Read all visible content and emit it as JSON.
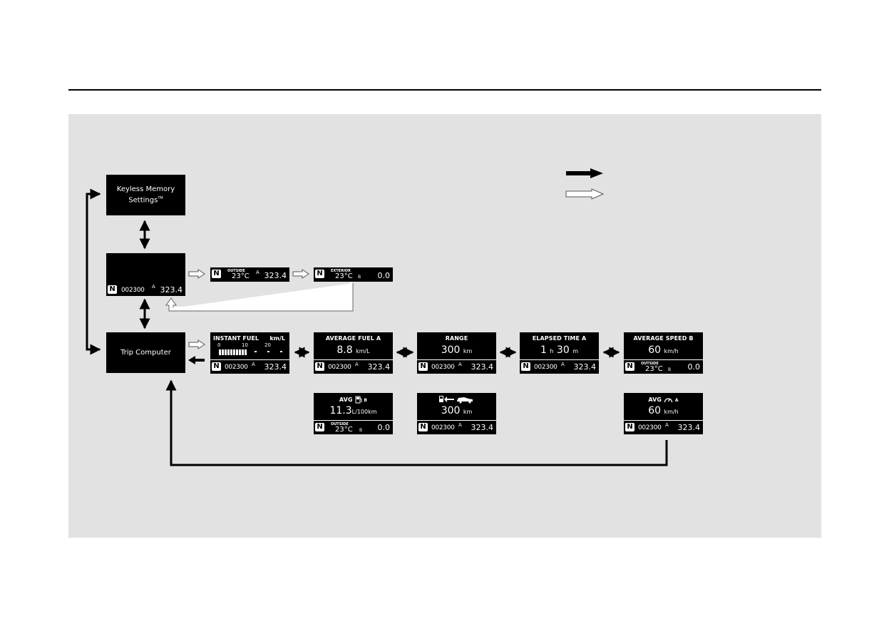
{
  "legend": {
    "solid_arrow": "solid-arrow-icon",
    "hollow_arrow": "hollow-arrow-icon"
  },
  "keyless": {
    "line1": "Keyless Memory",
    "line2": "Settings",
    "tm": "TM"
  },
  "trip_computer": {
    "label": "Trip Computer"
  },
  "odometer_box": {
    "n": "N",
    "odo": "002300",
    "trip_mark": "A",
    "trip": "323.4"
  },
  "outside_a": {
    "n": "N",
    "outside": "OUTSIDE",
    "temp": "23°C",
    "trip_mark": "A",
    "trip": "323.4"
  },
  "exterior_b": {
    "n": "N",
    "outside": "EXTERIOR",
    "temp": "23°C",
    "trip_mark": "B",
    "trip": "0.0"
  },
  "instant_fuel": {
    "title": "INSTANT FUEL",
    "unit": "km/L",
    "s0": "0",
    "s10": "10",
    "s20": "20",
    "n": "N",
    "odo": "002300",
    "trip_mark": "A",
    "trip": "323.4"
  },
  "avg_fuel_a": {
    "title": "AVERAGE FUEL A",
    "value": "8.8",
    "unit": "km/L",
    "n": "N",
    "odo": "002300",
    "trip_mark": "A",
    "trip": "323.4"
  },
  "range": {
    "title": "RANGE",
    "value": "300",
    "unit": "km",
    "n": "N",
    "odo": "002300",
    "trip_mark": "A",
    "trip": "323.4"
  },
  "elapsed": {
    "title": "ELAPSED TIME A",
    "h": "1",
    "hu": "h",
    "m": "30",
    "mu": "m",
    "n": "N",
    "odo": "002300",
    "trip_mark": "A",
    "trip": "323.4"
  },
  "avg_speed_b": {
    "title": "AVERAGE SPEED B",
    "value": "60",
    "unit": "km/h",
    "n": "N",
    "outside": "OUTSIDE",
    "temp": "23°C",
    "trip_mark": "B",
    "trip": "0.0"
  },
  "avg_fuel_b": {
    "title": "AVG",
    "sub": "B",
    "value": "11.3",
    "unit": "L/100km",
    "n": "N",
    "outside": "OUTSIDE",
    "temp": "23°C",
    "trip_mark": "B",
    "trip": "0.0"
  },
  "range_icon": {
    "value": "300",
    "unit": "km",
    "n": "N",
    "odo": "002300",
    "trip_mark": "A",
    "trip": "323.4"
  },
  "avg_speed_a": {
    "title": "AVG",
    "sub": "A",
    "value": "60",
    "unit": "km/h",
    "n": "N",
    "odo": "002300",
    "trip_mark": "A",
    "trip": "323.4"
  }
}
